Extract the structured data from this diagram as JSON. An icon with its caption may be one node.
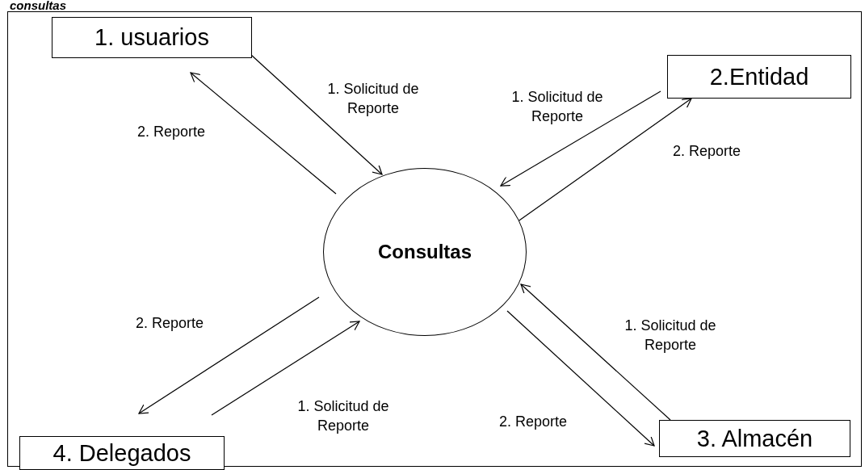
{
  "diagram": {
    "title": "consultas",
    "nodes": [
      {
        "text": [
          "1. usuarios"
        ]
      },
      {
        "text": [
          "2.Entidad"
        ]
      },
      {
        "text": [
          "Consultas"
        ]
      },
      {
        "text": [
          "3. Almacén"
        ]
      },
      {
        "text": [
          "4. Delegados"
        ]
      }
    ],
    "edges": [
      {
        "from": 0,
        "to": 2,
        "arrow": "to",
        "label": "1. Solicitud de Reporte"
      },
      {
        "from": 2,
        "to": 0,
        "arrow": "to",
        "label": "2. Reporte"
      },
      {
        "from": 1,
        "to": 2,
        "arrow": "to",
        "label": "1. Solicitud de Reporte"
      },
      {
        "from": 2,
        "to": 1,
        "arrow": "to",
        "label": "2. Reporte"
      },
      {
        "from": 2,
        "to": 3,
        "arrow": "to",
        "label": "2. Reporte"
      },
      {
        "from": 3,
        "to": 2,
        "arrow": "to",
        "label": "1. Solicitud de Reporte"
      },
      {
        "from": 2,
        "to": 4,
        "arrow": "to",
        "label": "2. Reporte"
      },
      {
        "from": 4,
        "to": 2,
        "arrow": "to",
        "label": "1. Solicitud de Reporte"
      }
    ]
  }
}
